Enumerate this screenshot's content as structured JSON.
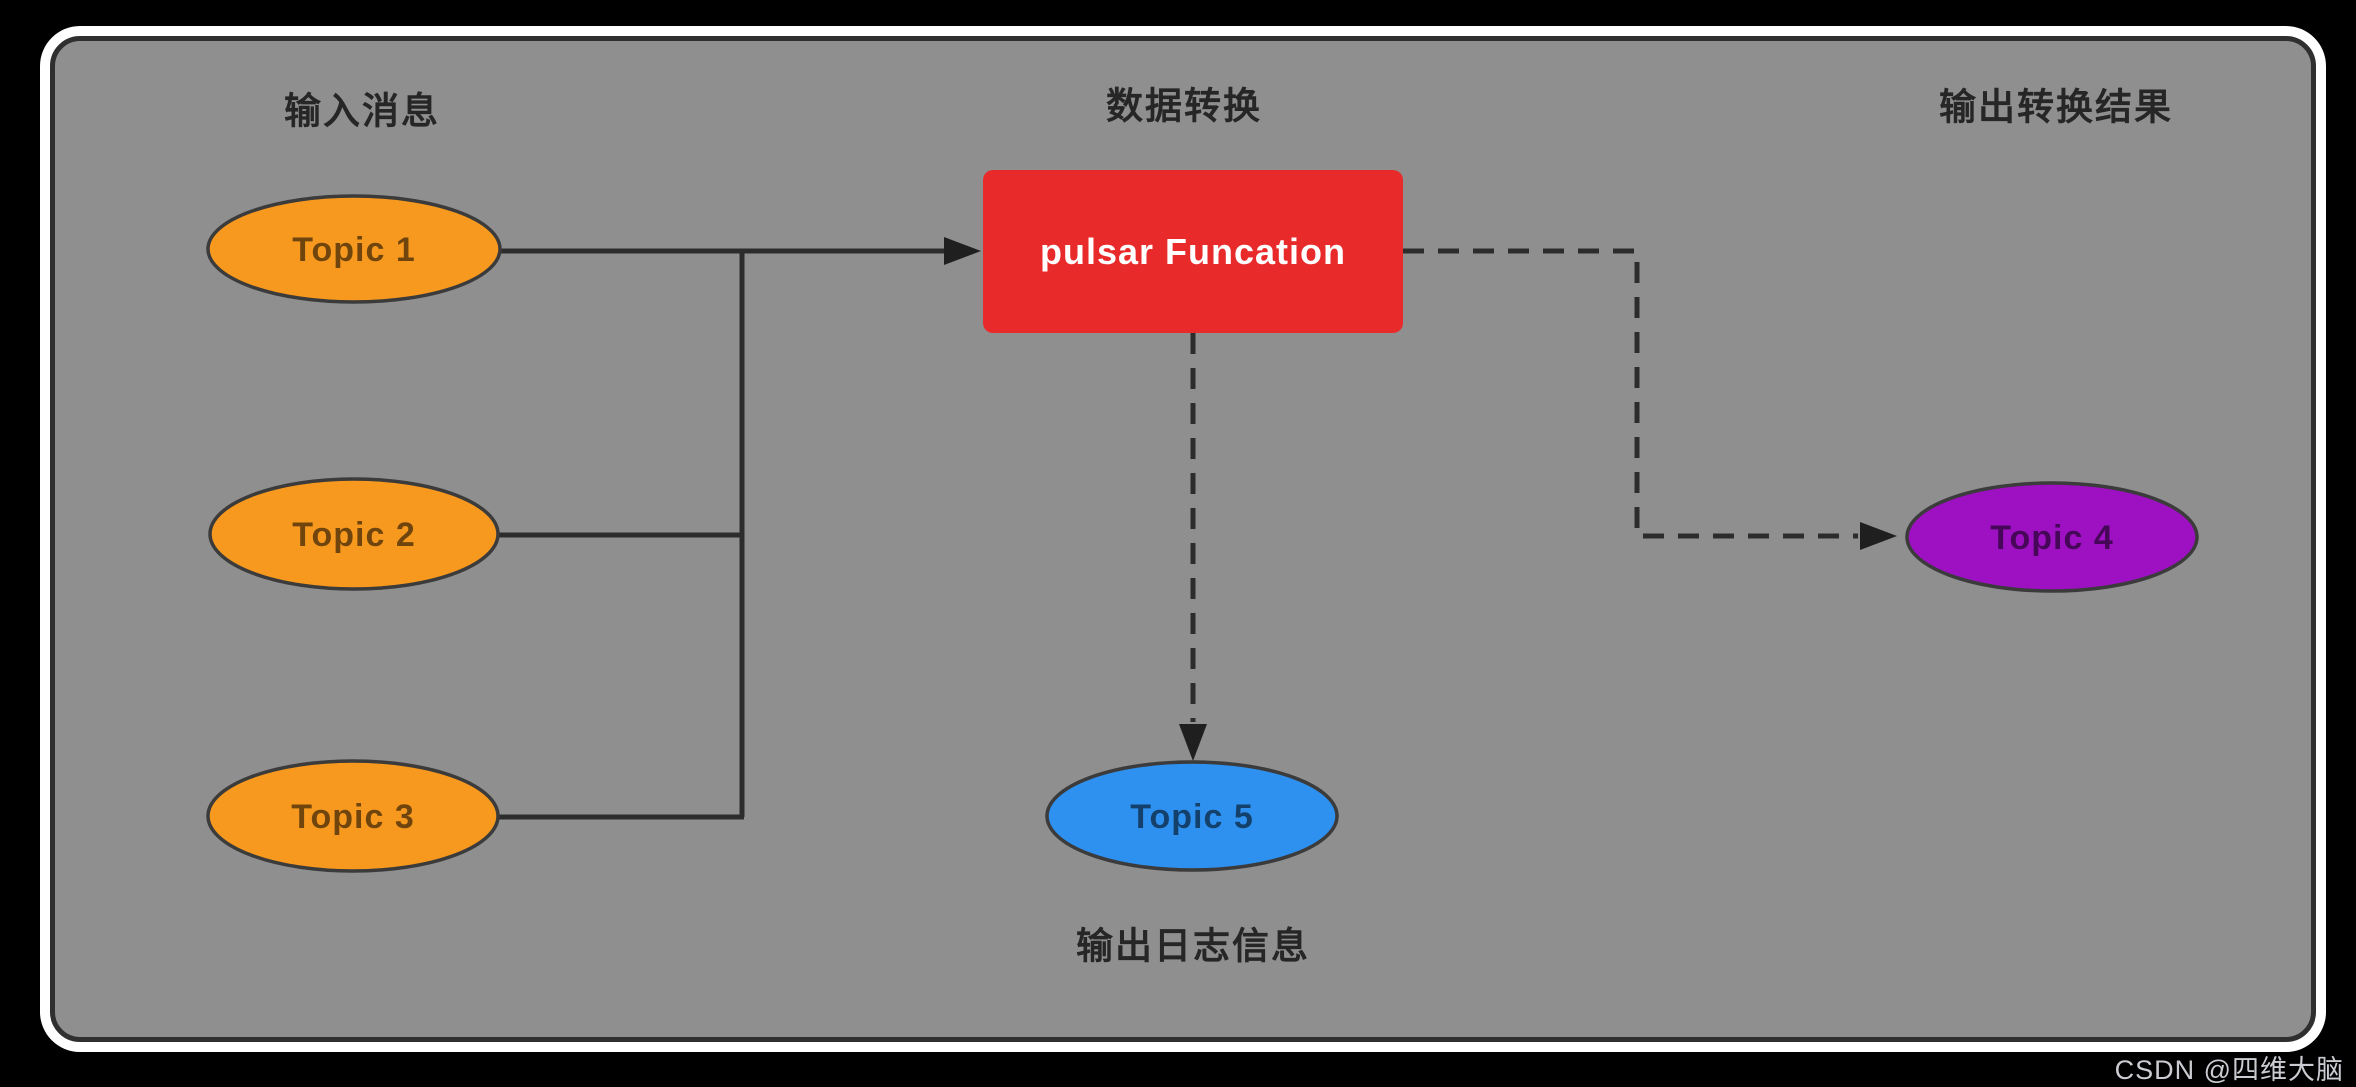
{
  "diagram": {
    "headers": {
      "input": "输入消息",
      "transform": "数据转换",
      "output": "输出转换结果"
    },
    "footer_label": "输出日志信息",
    "nodes": {
      "topic1": {
        "label": "Topic 1",
        "fill": "#F7991E"
      },
      "topic2": {
        "label": "Topic 2",
        "fill": "#F7991E"
      },
      "topic3": {
        "label": "Topic 3",
        "fill": "#F7991E"
      },
      "function": {
        "label": "pulsar Funcation",
        "fill": "#E92A2B"
      },
      "topic4": {
        "label": "Topic 4",
        "fill": "#9D11C3"
      },
      "topic5": {
        "label": "Topic 5",
        "fill": "#2E90EF"
      }
    },
    "edges": [
      {
        "from": "topic1",
        "to": "function",
        "style": "solid"
      },
      {
        "from": "topic2",
        "to": "function",
        "style": "solid"
      },
      {
        "from": "topic3",
        "to": "function",
        "style": "solid"
      },
      {
        "from": "function",
        "to": "topic4",
        "style": "dashed"
      },
      {
        "from": "function",
        "to": "topic5",
        "style": "dashed"
      }
    ],
    "colors": {
      "page_bg": "#000000",
      "canvas_bg": "#8F8F8F",
      "canvas_border": "#2F2F2F",
      "canvas_rim": "#FFFFFF",
      "edge": "#2C2C2C"
    }
  },
  "watermark": "CSDN @四维大脑"
}
